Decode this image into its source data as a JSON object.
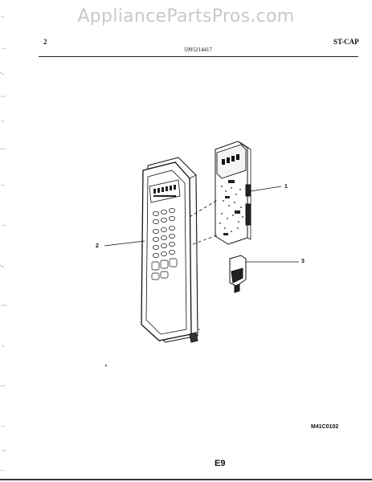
{
  "header": {
    "watermark": "AppliancePartsPros.com",
    "page_number": "2",
    "model_code": "ST-CAP",
    "part_number": "5995214417"
  },
  "diagram": {
    "callouts": [
      {
        "label": "1",
        "part": "electronic control board"
      },
      {
        "label": "2",
        "part": "control panel / keypad"
      },
      {
        "label": "3",
        "part": "small bracket"
      }
    ]
  },
  "footer": {
    "figure_code": "M41C0102",
    "page_label": "E9"
  }
}
